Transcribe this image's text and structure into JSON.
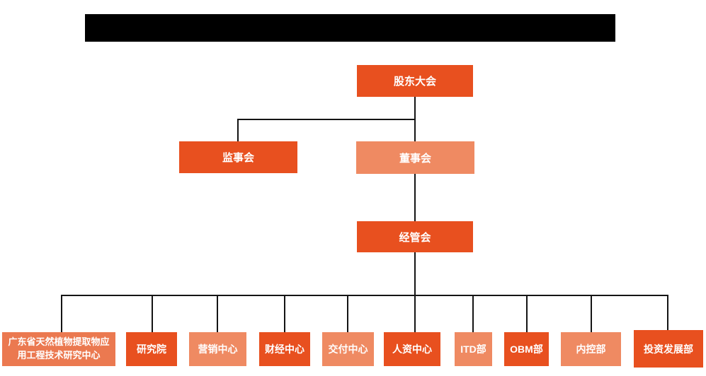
{
  "colors": {
    "primary": "#E8501F",
    "light": "#EF8A62",
    "medium": "#EB7950",
    "line": "#141414",
    "text": "#FFFFFF"
  },
  "title_bar": {
    "redacted": true
  },
  "org": {
    "level1": [
      {
        "id": "shareholders-meeting",
        "label": "股东大会",
        "variant": "primary"
      }
    ],
    "level2": [
      {
        "id": "board-of-supervisors",
        "label": "监事会",
        "variant": "primary"
      },
      {
        "id": "board-of-directors",
        "label": "董事会",
        "variant": "light"
      }
    ],
    "level3": [
      {
        "id": "management-committee",
        "label": "经管会",
        "variant": "primary"
      }
    ],
    "level4": [
      {
        "id": "gd-natural-plant-extract-research-center",
        "label": "广东省天然植物提取物应用工程技术研究中心",
        "variant": "medium"
      },
      {
        "id": "research-institute",
        "label": "研究院",
        "variant": "primary"
      },
      {
        "id": "marketing-center",
        "label": "营销中心",
        "variant": "light"
      },
      {
        "id": "finance-center",
        "label": "财经中心",
        "variant": "primary"
      },
      {
        "id": "delivery-center",
        "label": "交付中心",
        "variant": "light"
      },
      {
        "id": "hr-center",
        "label": "人资中心",
        "variant": "primary"
      },
      {
        "id": "itd-department",
        "label": "ITD部",
        "variant": "light"
      },
      {
        "id": "obm-department",
        "label": "OBM部",
        "variant": "primary"
      },
      {
        "id": "internal-control-department",
        "label": "内控部",
        "variant": "light"
      },
      {
        "id": "investment-development-department",
        "label": "投资发展部",
        "variant": "primary"
      }
    ]
  }
}
